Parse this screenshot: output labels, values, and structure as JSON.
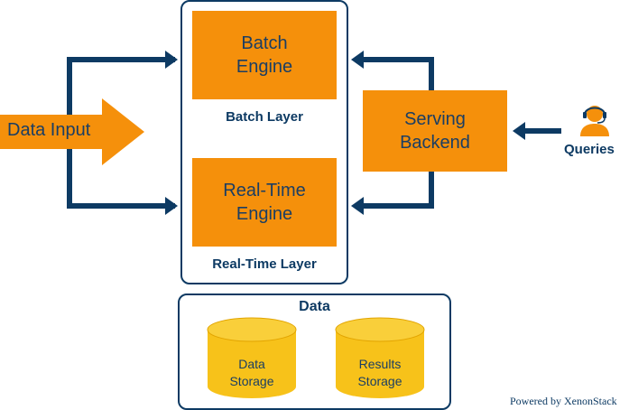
{
  "input": {
    "label": "Data Input"
  },
  "batch": {
    "engine_line1": "Batch",
    "engine_line2": "Engine",
    "layer_label": "Batch Layer"
  },
  "realtime": {
    "engine_line1": "Real-Time",
    "engine_line2": "Engine",
    "layer_label": "Real-Time Layer"
  },
  "serving": {
    "line1": "Serving",
    "line2": "Backend"
  },
  "queries": {
    "label": "Queries",
    "icon": "user-headset-icon"
  },
  "data_section": {
    "title": "Data",
    "storages": [
      {
        "line1": "Data",
        "line2": "Storage"
      },
      {
        "line1": "Results",
        "line2": "Storage"
      }
    ]
  },
  "footer": {
    "text": "Powered by XenonStack"
  },
  "colors": {
    "orange": "#f5900b",
    "navy": "#0d3a63",
    "cylinder": "#f7c21a"
  }
}
